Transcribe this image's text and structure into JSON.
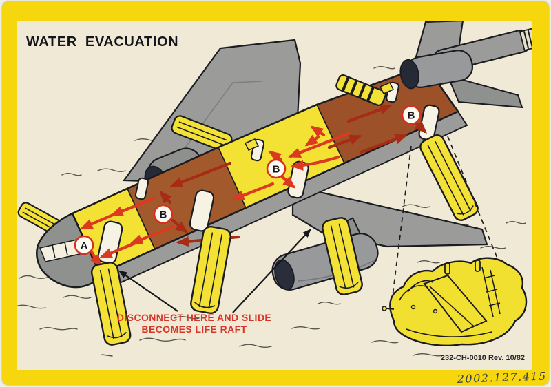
{
  "card": {
    "title": "WATER EVACUATION",
    "exits": {
      "front": "A",
      "overwing": "B",
      "mid": "B",
      "rear": "B"
    },
    "annotation": {
      "line1": "DISCONNECT HERE AND SLIDE",
      "line2": "BECOMES LIFE RAFT"
    },
    "footer": {
      "doc_number": "232-CH-0010 Rev. 10/82"
    },
    "border": {
      "handwritten_id": "2002.127.415"
    },
    "colors": {
      "border_yellow": "#f6d70d",
      "panel_cream": "#f0e9d5",
      "aircraft_gray": "#9b9c9a",
      "fuselage_yellow": "#f3e233",
      "fuselage_brown": "#a2592b",
      "rear_brown": "#9c5129",
      "arrow_red": "#dc3a20",
      "arrow_red_dark": "#a62c16",
      "annotation_red": "#d8352a",
      "slide_yellow": "#f3e135",
      "raft_yellow": "#f2e030",
      "outline_black": "#1b1c22"
    }
  }
}
